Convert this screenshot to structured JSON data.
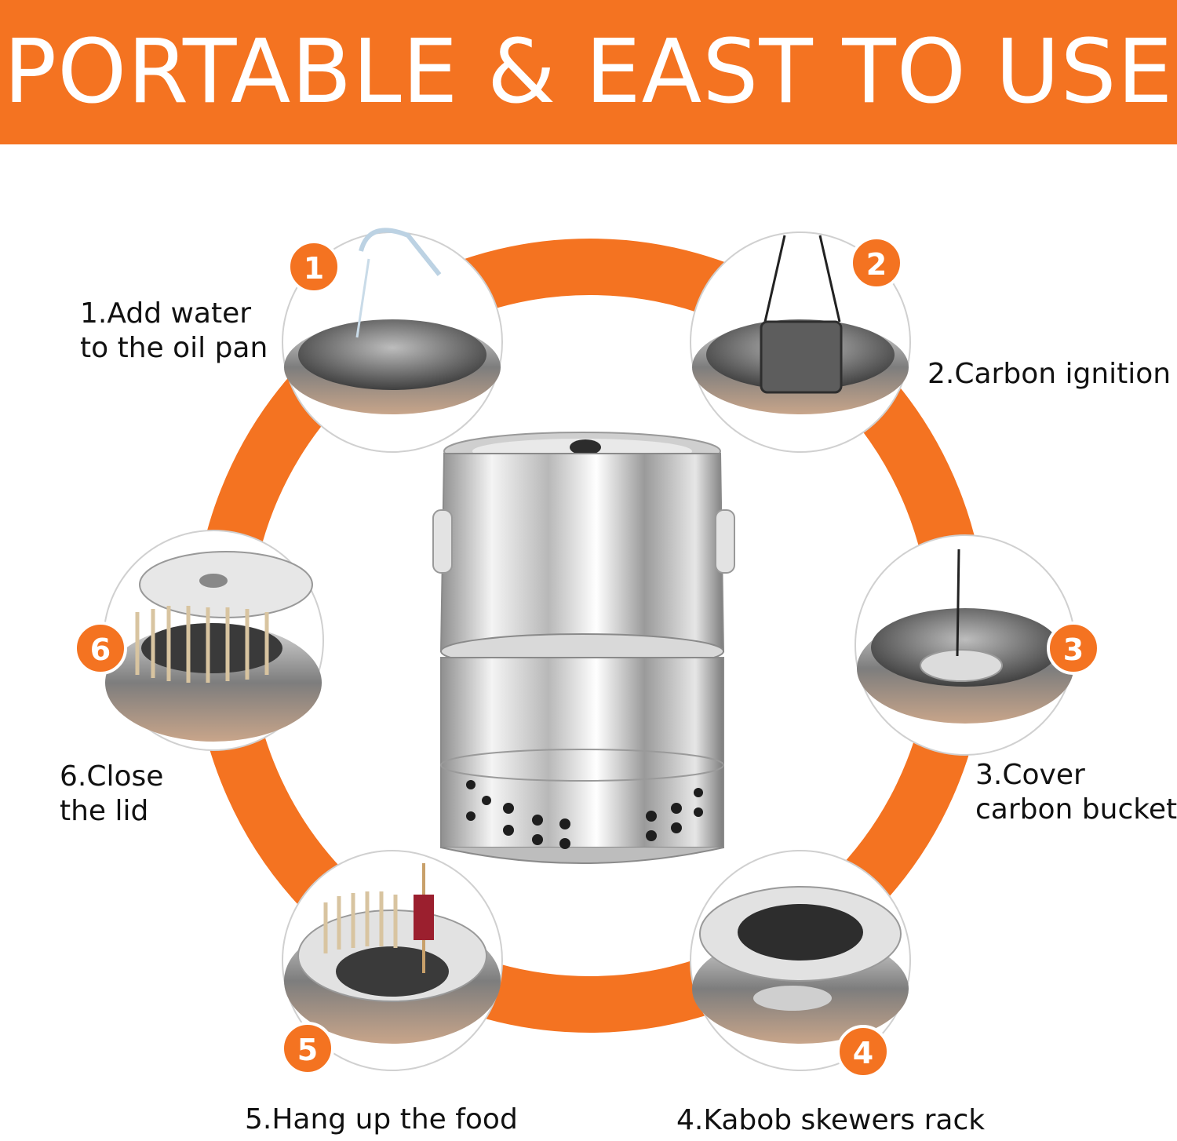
{
  "header": {
    "title": "PORTABLE & EAST TO USE"
  },
  "colors": {
    "accent": "#f47321",
    "steel_light": "#f1f1f1",
    "steel_mid": "#c9c9c9",
    "steel_dark": "#8f8f8f"
  },
  "steps": [
    {
      "badge": "1",
      "line1": "1.Add water",
      "line2": "to the oil pan"
    },
    {
      "badge": "2",
      "line1": "2.Carbon ignition",
      "line2": ""
    },
    {
      "badge": "3",
      "line1": "3.Cover",
      "line2": "carbon bucket"
    },
    {
      "badge": "4",
      "line1": "4.Kabob skewers rack",
      "line2": ""
    },
    {
      "badge": "5",
      "line1": "5.Hang up the food",
      "line2": ""
    },
    {
      "badge": "6",
      "line1": "6.Close",
      "line2": "the lid"
    }
  ]
}
